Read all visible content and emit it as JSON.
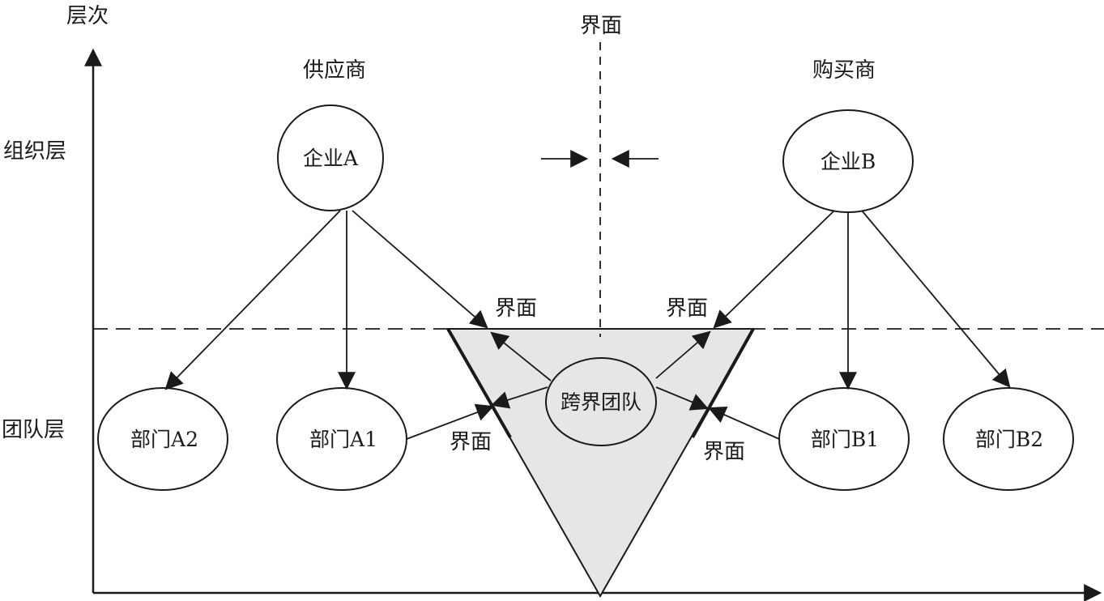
{
  "axis": {
    "y_label": "层次",
    "levels": {
      "organization": "组织层",
      "team": "团队层"
    }
  },
  "sides": {
    "supplier": "供应商",
    "buyer": "购买商"
  },
  "interface_label": "界面",
  "nodes": {
    "enterprise_a": "企业A",
    "enterprise_b": "企业B",
    "dept_a1": "部门A1",
    "dept_a2": "部门A2",
    "dept_b1": "部门B1",
    "dept_b2": "部门B2",
    "cross_team": "跨界团队"
  },
  "colors": {
    "line": "#1a1a1a",
    "triangle_fill": "#e6e6e6"
  }
}
